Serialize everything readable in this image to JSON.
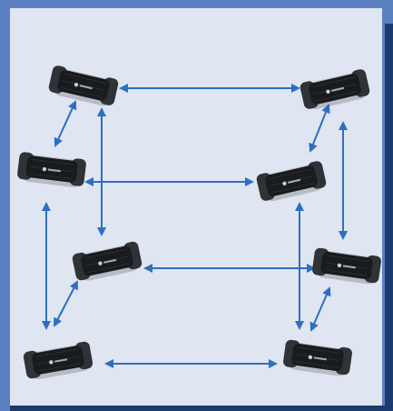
{
  "colors": {
    "frame": "#5b80c2",
    "panel": "#dfe5f1",
    "frame_shadow": "#1c3a6e",
    "arrow": "#2d6fc2",
    "device_body": "#191b1e",
    "device_grip": "#2f3338",
    "device_logo": "#c8ced8"
  },
  "diagram": {
    "nodes": [
      {
        "id": "top-left-device",
        "icon": "sensor-device-icon"
      },
      {
        "id": "top-right-device",
        "icon": "sensor-device-icon"
      },
      {
        "id": "upper-left-device",
        "icon": "sensor-device-icon"
      },
      {
        "id": "upper-right-device",
        "icon": "sensor-device-icon"
      },
      {
        "id": "lower-left-device",
        "icon": "sensor-device-icon"
      },
      {
        "id": "lower-right-device",
        "icon": "sensor-device-icon"
      },
      {
        "id": "bottom-left-device",
        "icon": "sensor-device-icon"
      },
      {
        "id": "bottom-right-device",
        "icon": "sensor-device-icon"
      }
    ],
    "links": [
      {
        "from": "top-left-device",
        "to": "top-right-device",
        "direction": "both"
      },
      {
        "from": "top-left-device",
        "to": "upper-left-device",
        "direction": "both"
      },
      {
        "from": "top-left-device",
        "to": "lower-left-device",
        "direction": "both"
      },
      {
        "from": "top-right-device",
        "to": "upper-right-device",
        "direction": "both"
      },
      {
        "from": "top-right-device",
        "to": "lower-right-device",
        "direction": "both"
      },
      {
        "from": "upper-left-device",
        "to": "upper-right-device",
        "direction": "both"
      },
      {
        "from": "upper-left-device",
        "to": "bottom-left-device",
        "direction": "both"
      },
      {
        "from": "upper-right-device",
        "to": "bottom-right-device",
        "direction": "both"
      },
      {
        "from": "lower-left-device",
        "to": "lower-right-device",
        "direction": "both"
      },
      {
        "from": "lower-left-device",
        "to": "bottom-left-device",
        "direction": "both"
      },
      {
        "from": "lower-right-device",
        "to": "bottom-right-device",
        "direction": "both"
      },
      {
        "from": "bottom-left-device",
        "to": "bottom-right-device",
        "direction": "both"
      }
    ]
  }
}
